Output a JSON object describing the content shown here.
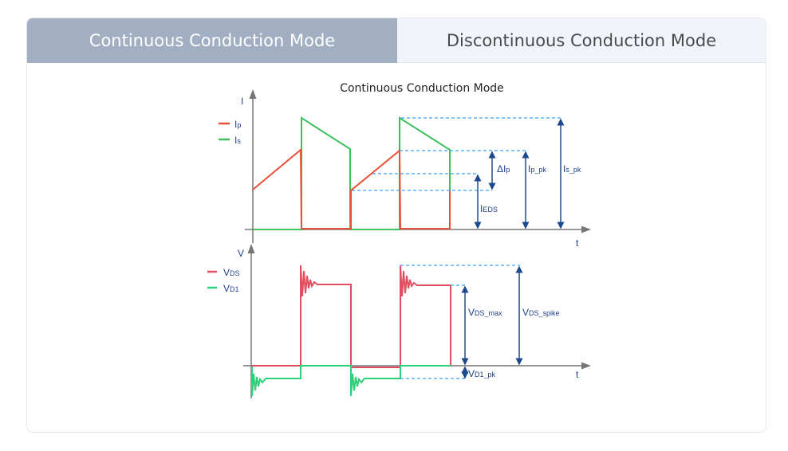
{
  "tabs": [
    {
      "label": "Continuous Conduction Mode",
      "active": true
    },
    {
      "label": "Discontinuous Conduction Mode",
      "active": false
    }
  ],
  "diagram": {
    "title": "Continuous  Conduction Mode",
    "current_chart": {
      "y_axis_label": "I",
      "x_axis_label": "t",
      "legend": [
        {
          "main": "I",
          "sub": "p",
          "color": "#e8503a"
        },
        {
          "main": "I",
          "sub": "s",
          "color": "#3cbf5c"
        }
      ],
      "annotations": {
        "delta_ip": {
          "main": "ΔI",
          "sub": "p"
        },
        "ip_pk": {
          "main": "I",
          "sub": "p_pk"
        },
        "is_pk": {
          "main": "I",
          "sub": "s_pk"
        },
        "ieds": {
          "main": "I",
          "sub": "EDS"
        }
      }
    },
    "voltage_chart": {
      "y_axis_label": "V",
      "x_axis_label": "t",
      "legend": [
        {
          "main": "V",
          "sub": "DS",
          "color": "#e05060"
        },
        {
          "main": "V",
          "sub": "D1",
          "color": "#2fd07a"
        }
      ],
      "annotations": {
        "vds_max": {
          "main": "V",
          "sub": "DS_max"
        },
        "vds_spike": {
          "main": "V",
          "sub": "DS_spike"
        },
        "vd1_pk": {
          "main": "V",
          "sub": "D1_pk"
        }
      }
    }
  }
}
